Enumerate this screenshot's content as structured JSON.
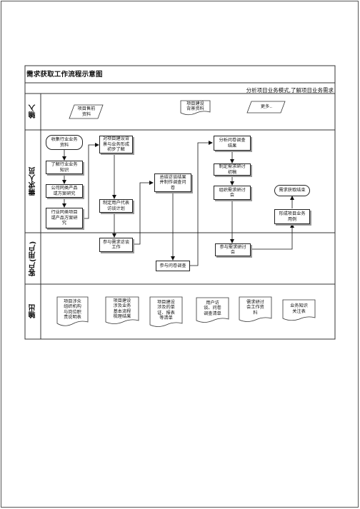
{
  "title": "需求获取工作流程示意图",
  "subtitle": "分析项目业务模式,了解项目业务需求",
  "lanes": [
    "输入",
    "需求人员",
    "客户(用户)",
    "输出"
  ],
  "inputs": {
    "input1": "项目售前\n资料",
    "input2": "项目建设\n背景资料",
    "input3": "更多.."
  },
  "nodes": {
    "collect": "收集行业业务\n资料",
    "learn": "了解行业业务\n知识",
    "company": "公司同类产品\n或方案研究",
    "industry": "行业同类项目\n或产品方案研\n究",
    "outline": "对项目建设背\n景与业务形成\n初步了解",
    "plan": "制定用户代表\n访谈计划",
    "summary": "总结访谈结果\n并制作调查问\n卷",
    "analyze": "分析问卷调查\n结果",
    "draft": "制定需求研讨\n初稿",
    "organize": "组织需求研讨\n会",
    "end": "需求获取结束",
    "usecase": "形成项目业务\n用例",
    "attend": "参与需求访谈\n工作",
    "survey": "参与问卷调查",
    "seminar": "参与需求研讨\n会"
  },
  "outputs": {
    "out1": "项目涉众\n组织机构\n与岗位职\n责说明表",
    "out2": "项目建设\n涉及业务\n基本流程\n梳理结果",
    "out3": "项目建设\n涉及的单\n证、报表\n等清单",
    "out4": "用户访\n谈、问卷\n调查清单",
    "out5": "需求研讨\n会工作资\n料",
    "out6": "业务知识\n关注表"
  }
}
